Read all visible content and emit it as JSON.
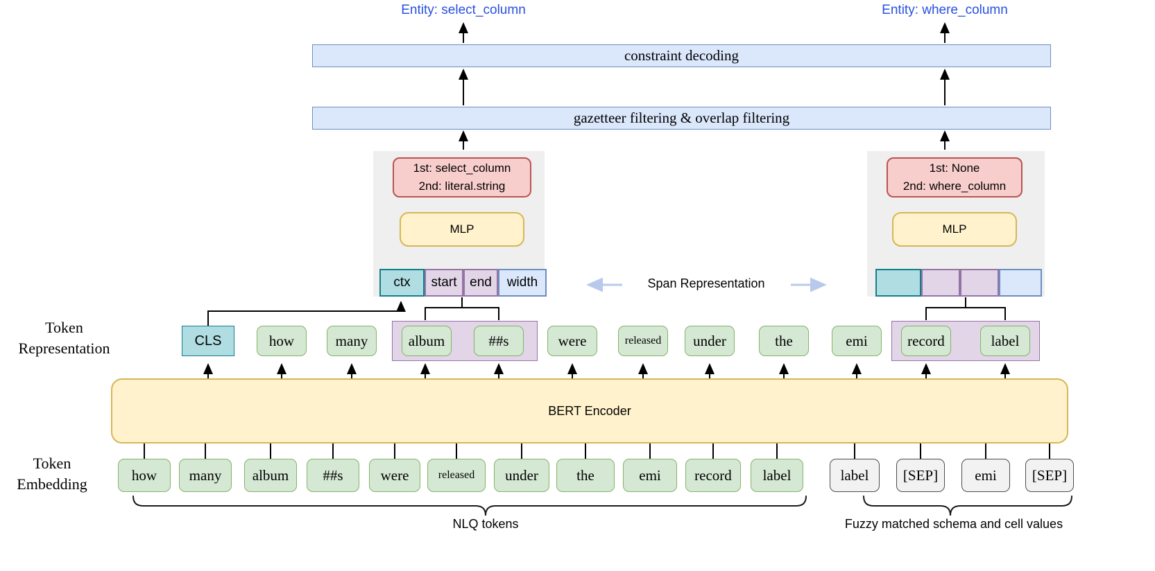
{
  "colors": {
    "entity-text": "#2850e0",
    "blue-fill": "#dbe8fc",
    "blue-stroke": "#6c8ebf",
    "green-fill": "#d5e8d4",
    "green-stroke": "#82b366",
    "purple-fill": "#e1d5e7",
    "purple-stroke": "#9673a6",
    "red-fill": "#f8cecc",
    "red-stroke": "#b85450",
    "yellow-fill": "#fff2cc",
    "yellow-stroke": "#d6b656",
    "teal-fill": "#b0dde2",
    "teal-stroke": "#117e8a",
    "gray-fill": "#f2f2f2",
    "gray-stroke": "#4d4d4d",
    "panel-fill": "#efefef",
    "span-arrow": "#b9c9ec"
  },
  "entities": {
    "left": "Entity: select_column",
    "right": "Entity: where_column"
  },
  "pipeline": {
    "constraint_decoding": "constraint decoding",
    "gazetteer": "gazetteer filtering & overlap filtering"
  },
  "left_head": {
    "line1": "1st: select_column",
    "line2": "2nd: literal.string",
    "mlp": "MLP"
  },
  "right_head": {
    "line1": "1st: None",
    "line2": "2nd: where_column",
    "mlp": "MLP"
  },
  "span_bar": {
    "segments": [
      "ctx",
      "start",
      "end",
      "width"
    ]
  },
  "span_label": "Span Representation",
  "encoder": "BERT Encoder",
  "row_labels": {
    "rep1": "Token",
    "rep2": "Representation",
    "emb1": "Token",
    "emb2": "Embedding"
  },
  "token_representation": [
    "CLS",
    "how",
    "many",
    "album",
    "##s",
    "were",
    "released",
    "under",
    "the",
    "emi",
    "record",
    "label"
  ],
  "token_embedding": [
    "how",
    "many",
    "album",
    "##s",
    "were",
    "released",
    "under",
    "the",
    "emi",
    "record",
    "label",
    "label",
    "[SEP]",
    "emi",
    "[SEP]"
  ],
  "captions": {
    "nlq": "NLQ tokens",
    "schema": "Fuzzy matched schema and cell values"
  }
}
